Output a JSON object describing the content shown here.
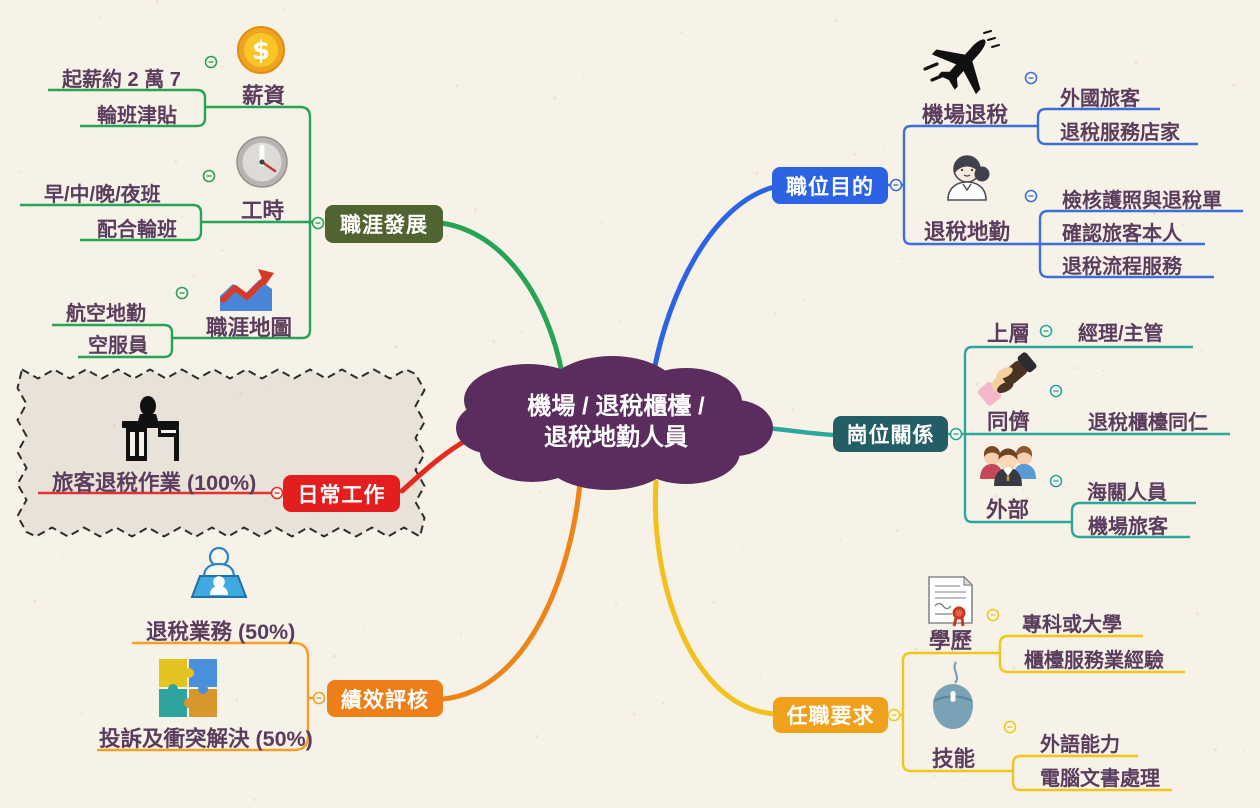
{
  "central": {
    "line1": "機場 / 退稅櫃檯 /",
    "line2": "退稅地勤人員",
    "color": "#5b2d5e"
  },
  "branches": {
    "career": {
      "label": "職涯發展",
      "node_color": "#4f6430",
      "line_color": "#26a455",
      "topics": {
        "salary": {
          "label": "薪資",
          "icon": "coin-icon",
          "items": [
            "起薪約 2 萬 7",
            "輪班津貼"
          ]
        },
        "hours": {
          "label": "工時",
          "icon": "clock-icon",
          "items": [
            "早/中/晚/夜班",
            "配合輪班"
          ]
        },
        "map": {
          "label": "職涯地圖",
          "icon": "growth-chart-icon",
          "items": [
            "航空地勤",
            "空服員"
          ]
        }
      }
    },
    "purpose": {
      "label": "職位目的",
      "node_color": "#2c63e2",
      "line_color": "#3d6fd9",
      "topics": {
        "airport": {
          "label": "機場退稅",
          "icon": "airplane-icon",
          "items": [
            "外國旅客",
            "退稅服務店家"
          ]
        },
        "ground": {
          "label": "退稅地勤",
          "icon": "female-agent-icon",
          "items": [
            "檢核護照與退稅單",
            "確認旅客本人",
            "退稅流程服務"
          ]
        }
      }
    },
    "relations": {
      "label": "崗位關係",
      "node_color": "#235e66",
      "line_color": "#2ba89c",
      "topics": {
        "upper": {
          "label": "上層",
          "items": [
            "經理/主管"
          ]
        },
        "peers": {
          "label": "同儕",
          "icon": "handshake-icon",
          "items": [
            "退稅櫃檯同仁"
          ]
        },
        "external": {
          "label": "外部",
          "icon": "people-group-icon",
          "items": [
            "海關人員",
            "機場旅客"
          ]
        }
      }
    },
    "requirements": {
      "label": "任職要求",
      "node_color": "#f0a11b",
      "line_color": "#f2c51d",
      "topics": {
        "education": {
          "label": "學歷",
          "icon": "certificate-icon",
          "items": [
            "專科或大學",
            "櫃檯服務業經驗"
          ]
        },
        "skills": {
          "label": "技能",
          "icon": "mouse-icon",
          "items": [
            "外語能力",
            "電腦文書處理"
          ]
        }
      }
    },
    "performance": {
      "label": "績效評核",
      "node_color": "#ee7f18",
      "line_color": "#f0a126",
      "topics": {
        "refund": {
          "label": "退稅業務 (50%)",
          "icon": "presenter-icon"
        },
        "conflict": {
          "label": "投訴及衝突解決 (50%)",
          "icon": "puzzle-icon"
        }
      }
    },
    "daily": {
      "label": "日常工作",
      "node_color": "#e41e1e",
      "line_color": "#e43030",
      "topics": {
        "refund_ops": {
          "label": "旅客退稅作業 (100%)",
          "icon": "desk-icon"
        }
      }
    }
  }
}
